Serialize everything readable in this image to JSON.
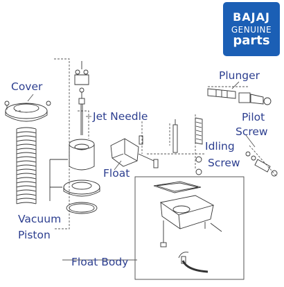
{
  "brand": {
    "name": "BAJAJ",
    "line1": "GENUINE",
    "line2": "parts",
    "color": "#1b5fb5"
  },
  "labels": {
    "cover": "Cover",
    "jet_needle": "Jet Needle",
    "plunger": "Plunger",
    "pilot_screw_1": "Pilot",
    "pilot_screw_2": "Screw",
    "float": "Float",
    "idling_screw_1": "Idling",
    "idling_screw_2": "Screw",
    "vacuum_piston_1": "Vacuum",
    "vacuum_piston_2": "Piston",
    "float_body": "Float Body"
  },
  "colors": {
    "label_text": "#2c3e8f",
    "line_art": "#333333"
  }
}
